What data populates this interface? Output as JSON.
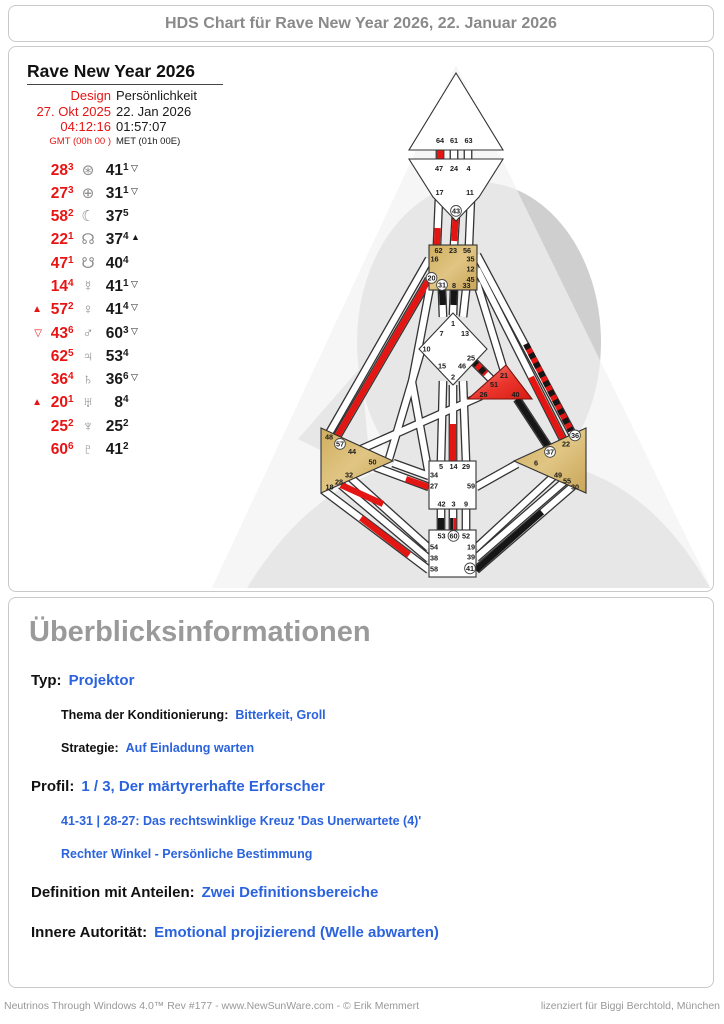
{
  "header": {
    "title": "HDS Chart für Rave New Year 2026, 22. Januar 2026"
  },
  "chart_panel": {
    "title": "Rave New Year 2026",
    "design_label": "Design",
    "personality_label": "Persönlichkeit",
    "design_date": "27. Okt 2025",
    "personality_date": "22. Jan 2026",
    "design_time": "04:12:16",
    "personality_time": "01:57:07",
    "design_timezone": "GMT (00h 00 )",
    "personality_timezone": "MET (01h 00E)",
    "planets": [
      {
        "pre": "",
        "dg": "28",
        "dl": "3",
        "glyph": "⊛",
        "planet": "sun",
        "pg": "41",
        "pl": "1",
        "post": "▽"
      },
      {
        "pre": "",
        "dg": "27",
        "dl": "3",
        "glyph": "⊕",
        "planet": "earth",
        "pg": "31",
        "pl": "1",
        "post": "▽"
      },
      {
        "pre": "",
        "dg": "58",
        "dl": "2",
        "glyph": "☾",
        "planet": "moon",
        "pg": "37",
        "pl": "5",
        "post": ""
      },
      {
        "pre": "",
        "dg": "22",
        "dl": "1",
        "glyph": "☊",
        "planet": "north-node",
        "pg": "37",
        "pl": "4",
        "post": "▲"
      },
      {
        "pre": "",
        "dg": "47",
        "dl": "1",
        "glyph": "☋",
        "planet": "south-node",
        "pg": "40",
        "pl": "4",
        "post": ""
      },
      {
        "pre": "",
        "dg": "14",
        "dl": "4",
        "glyph": "☿",
        "planet": "mercury",
        "pg": "41",
        "pl": "1",
        "post": "▽"
      },
      {
        "pre": "▲",
        "dg": "57",
        "dl": "2",
        "glyph": "♀",
        "planet": "venus",
        "pg": "41",
        "pl": "4",
        "post": "▽"
      },
      {
        "pre": "▽",
        "dg": "43",
        "dl": "6",
        "glyph": "♂",
        "planet": "mars",
        "pg": "60",
        "pl": "3",
        "post": "▽"
      },
      {
        "pre": "",
        "dg": "62",
        "dl": "5",
        "glyph": "♃",
        "planet": "jupiter",
        "pg": "53",
        "pl": "4",
        "post": ""
      },
      {
        "pre": "",
        "dg": "36",
        "dl": "4",
        "glyph": "♄",
        "planet": "saturn",
        "pg": "36",
        "pl": "6",
        "post": "▽"
      },
      {
        "pre": "▲",
        "dg": "20",
        "dl": "1",
        "glyph": "♅",
        "planet": "uranus",
        "pg": "8",
        "pl": "4",
        "post": ""
      },
      {
        "pre": "",
        "dg": "25",
        "dl": "2",
        "glyph": "♆",
        "planet": "neptune",
        "pg": "25",
        "pl": "2",
        "post": ""
      },
      {
        "pre": "",
        "dg": "60",
        "dl": "6",
        "glyph": "♇",
        "planet": "pluto",
        "pg": "41",
        "pl": "2",
        "post": ""
      }
    ]
  },
  "bodygraph": {
    "defined_centers": [
      "throat",
      "spleen",
      "heart",
      "solar-plexus"
    ],
    "circled_gates": [
      "43",
      "20",
      "31",
      "57",
      "36",
      "37",
      "60",
      "41"
    ],
    "gates": {
      "g64": "64",
      "g61": "61",
      "g63": "63",
      "g47": "47",
      "g24": "24",
      "g4": "4",
      "g17": "17",
      "g11": "11",
      "g43": "43",
      "g62": "62",
      "g23": "23",
      "g56": "56",
      "g16": "16",
      "g35": "35",
      "g12": "12",
      "g20": "20",
      "g45": "45",
      "g31": "31",
      "g8": "8",
      "g33": "33",
      "g1": "1",
      "g7": "7",
      "g13": "13",
      "g10": "10",
      "g25": "25",
      "g15": "15",
      "g46": "46",
      "g2": "2",
      "g21": "21",
      "g51": "51",
      "g26": "26",
      "g40": "40",
      "g48": "48",
      "g57": "57",
      "g44": "44",
      "g50": "50",
      "g32": "32",
      "g28": "28",
      "g18": "18",
      "g5": "5",
      "g14": "14",
      "g29": "29",
      "g34": "34",
      "g27": "27",
      "g59": "59",
      "g42": "42",
      "g3": "3",
      "g9": "9",
      "g36": "36",
      "g22": "22",
      "g37": "37",
      "g6": "6",
      "g49": "49",
      "g55": "55",
      "g30": "30",
      "g53": "53",
      "g60": "60",
      "g52": "52",
      "g54": "54",
      "g19": "19",
      "g38": "38",
      "g39": "39",
      "g58": "58",
      "g41": "41"
    }
  },
  "overview": {
    "heading": "Überblicksinformationen",
    "rows": [
      {
        "label": "Typ:",
        "value": "Projektor",
        "size": "lg",
        "indent": 0
      },
      {
        "label": "Thema der Konditionierung:",
        "value": "Bitterkeit, Groll",
        "size": "sm",
        "indent": 1
      },
      {
        "label": "Strategie:",
        "value": "Auf Einladung warten",
        "size": "sm",
        "indent": 1
      },
      {
        "label": "Profil:",
        "value": "1 / 3, Der märtyrerhafte Erforscher",
        "size": "lg",
        "indent": 0
      },
      {
        "label": "",
        "value": "41-31 | 28-27: Das rechtswinklige Kreuz  'Das Unerwartete (4)'",
        "size": "sm",
        "indent": 1
      },
      {
        "label": "",
        "value": "Rechter Winkel - Persönliche Bestimmung",
        "size": "sm",
        "indent": 1
      },
      {
        "label": "Definition mit Anteilen:",
        "value": "Zwei Definitionsbereiche",
        "size": "lg",
        "indent": 0
      },
      {
        "label": "Innere Autorität:",
        "value": "Emotional projizierend (Welle abwarten)",
        "size": "lg",
        "indent": 0
      }
    ]
  },
  "footer": {
    "left": "Neutrinos Through Windows 4.0™ Rev #177 - www.NewSunWare.com - © Erik Memmert",
    "right": "lizenziert für Biggi Berchtold, München"
  },
  "colors": {
    "design_red": "#e81414",
    "personality_black": "#1a1a1a",
    "channel_red": "#e31613",
    "defined_tan": "#d4b56a",
    "heart_red": "#e8443c",
    "link_blue": "#2a63dd",
    "heading_gray": "#9a9a9a"
  }
}
